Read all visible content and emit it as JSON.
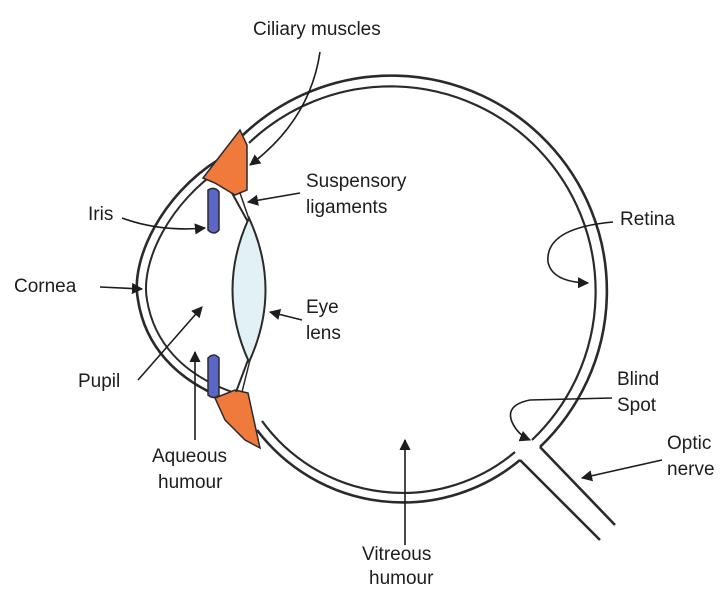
{
  "labels": {
    "ciliary_muscles": "Ciliary muscles",
    "suspensory_ligaments_1": "Suspensory",
    "suspensory_ligaments_2": "ligaments",
    "iris": "Iris",
    "retina": "Retina",
    "cornea": "Cornea",
    "eye_lens_1": "Eye",
    "eye_lens_2": "lens",
    "pupil": "Pupil",
    "blind_spot_1": "Blind",
    "blind_spot_2": "Spot",
    "aqueous_humour_1": "Aqueous",
    "aqueous_humour_2": "humour",
    "optic_nerve_1": "Optic",
    "optic_nerve_2": "nerve",
    "vitreous_humour_1": "Vitreous",
    "vitreous_humour_2": "humour"
  },
  "colors": {
    "outline": "#2a2a2a",
    "ciliary_muscle": "#f07a3c",
    "iris": "#5b66c9",
    "lens": "#e2f1f5",
    "background": "#ffffff"
  }
}
